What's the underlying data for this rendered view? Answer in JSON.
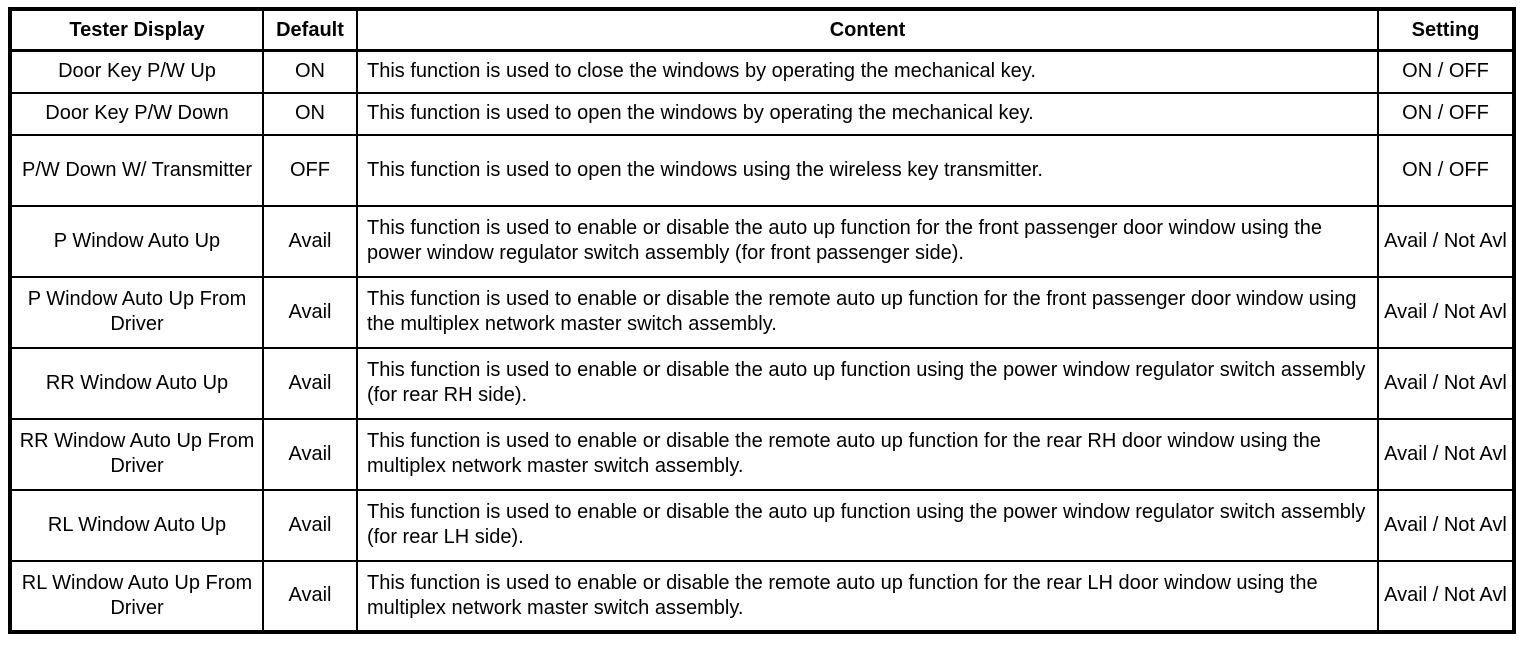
{
  "table": {
    "columns": [
      {
        "label": "Tester Display"
      },
      {
        "label": "Default"
      },
      {
        "label": "Content"
      },
      {
        "label": "Setting"
      }
    ],
    "rows": [
      {
        "tester_display": "Door Key P/W Up",
        "default": "ON",
        "content": "This function is used to close the windows by operating the mechanical key.",
        "setting": "ON / OFF"
      },
      {
        "tester_display": "Door Key P/W Down",
        "default": "ON",
        "content": "This function is used to open the windows by operating the mechanical key.",
        "setting": "ON / OFF"
      },
      {
        "tester_display": "P/W Down W/ Transmitter",
        "default": "OFF",
        "content": "This function is used to open the windows using the wireless key transmitter.",
        "setting": "ON / OFF"
      },
      {
        "tester_display": "P Window Auto Up",
        "default": "Avail",
        "content": "This function is used to enable or disable the auto up function for the front passenger door window using the power window regulator switch assembly (for front passenger side).",
        "setting": "Avail / Not Avl"
      },
      {
        "tester_display": "P Window Auto Up From Driver",
        "default": "Avail",
        "content": "This function is used to enable or disable the remote auto up function for the front passenger door window using the multiplex network master switch assembly.",
        "setting": "Avail / Not Avl"
      },
      {
        "tester_display": "RR Window Auto Up",
        "default": "Avail",
        "content": "This function is used to enable or disable the auto up function using the power window regulator switch assembly (for rear RH side).",
        "setting": "Avail / Not Avl"
      },
      {
        "tester_display": "RR Window Auto Up From Driver",
        "default": "Avail",
        "content": "This function is used to enable or disable the remote auto up function for the rear RH door window using the multiplex network master switch assembly.",
        "setting": "Avail / Not Avl"
      },
      {
        "tester_display": "RL Window Auto Up",
        "default": "Avail",
        "content": "This function is used to enable or disable the auto up function using the power window regulator switch assembly (for rear LH side).",
        "setting": "Avail / Not Avl"
      },
      {
        "tester_display": "RL Window Auto Up From Driver",
        "default": "Avail",
        "content": "This function is used to enable or disable the remote auto up function for the rear LH door window using the multiplex network master switch assembly.",
        "setting": "Avail / Not Avl"
      }
    ]
  }
}
